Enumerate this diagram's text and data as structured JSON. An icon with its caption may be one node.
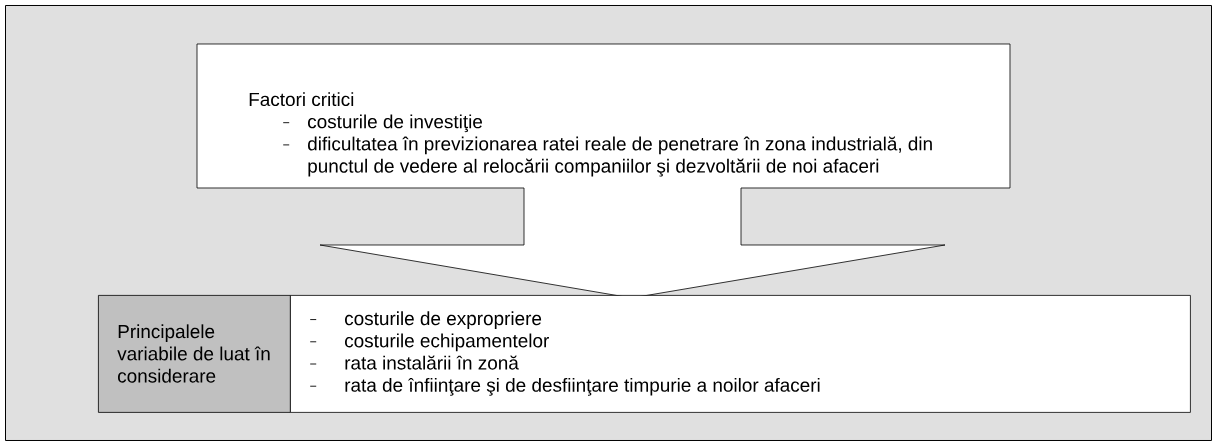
{
  "diagram": {
    "nodes": [
      {
        "text": [],
        "shape": "box"
      },
      {
        "text": [
          "Factori critici",
          "costurile de investiţie",
          "dificultatea în previzionarea ratei reale de penetrare în zona industrială, din punctul de vedere al relocării companiilor şi dezvoltării de noi afaceri"
        ],
        "in": 0
      },
      {
        "text": [
          "Principalele variabile de luat în considerare"
        ],
        "in": 0
      },
      {
        "text": [
          "costurile de expropriere",
          "costurile echipamentelor",
          "rata instalării în zonă",
          "rata de înfiinţare şi de desfiinţare timpurie a noilor afaceri"
        ],
        "in": 0
      }
    ]
  }
}
